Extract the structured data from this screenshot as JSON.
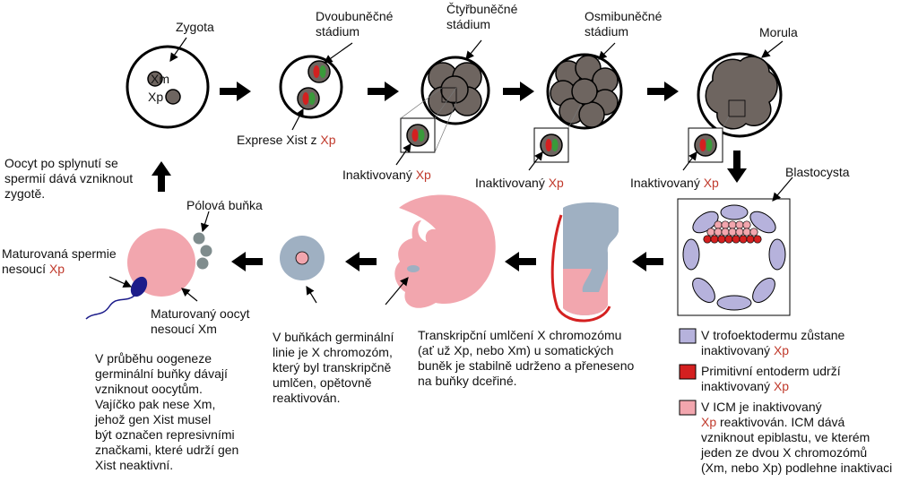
{
  "stages": {
    "zygote": "Zygota",
    "two_cell": "Dvoubuněčné\nstádium",
    "four_cell": "Čtyřbuněčné\nstádium",
    "eight_cell": "Osmibuněčné\nstádium",
    "morula": "Morula",
    "blastocyst": "Blastocysta"
  },
  "zygote_labels": {
    "xm": "Xm",
    "xp": "Xp"
  },
  "expression": {
    "prefix": "Exprese Xist z ",
    "xp": "Xp"
  },
  "inactivated": [
    {
      "prefix": "Inaktivovaný ",
      "xp": "Xp"
    },
    {
      "prefix": "Inaktivovaný ",
      "xp": "Xp"
    },
    {
      "prefix": "Inaktivovaný ",
      "xp": "Xp"
    }
  ],
  "oocyte_fusion": "Oocyt po splynutí se\nspermií dává vzniknout\nzygotě.",
  "polar_body": "Pólová buňka",
  "sperm": {
    "line1": "Maturovaná spermie",
    "line2_prefix": "nesoucí ",
    "xp": "Xp"
  },
  "oocyte": "Maturovaný oocyt\nnesoucí Xm",
  "oogenesis_text": "V průběhu oogeneze\ngerminální buňky dávají\nvzniknout oocytům.\nVajíčko pak nese Xm,\njehož gen Xist musel\nbýt označen represivními\nznačkami, které udrží gen\nXist neaktivní.",
  "germline_text": "V buňkách germinální\nlinie je X chromozóm,\nkterý byl transkripčně\numlčen, opětovně\nreaktivován.",
  "somatic_text": "Transkripční umlčení X chromozómu\n(ať už Xp, nebo Xm) u somatických\nbuněk je stabilně udrženo a přeneseno\nna buňky dceřiné.",
  "legend": [
    {
      "color": "#b6b2dc",
      "lines": [
        "V trofoektodermu zůstane",
        "inaktivovaný "
      ],
      "xp": "Xp"
    },
    {
      "color": "#d42020",
      "lines": [
        "Primitivní entoderm udrží",
        "inaktivovaný "
      ],
      "xp": "Xp"
    },
    {
      "color": "#f2a6ae",
      "lines": [
        "V ICM je inaktivovaný",
        "",
        "Xp",
        " reaktivován. ICM dává",
        "vzniknout epiblastu, ve kterém",
        "jeden ze dvou X chromozómů",
        "(Xm, nebo Xp) podlehne inaktivaci"
      ]
    }
  ],
  "colors": {
    "cell_gray": "#6e6560",
    "xp_red": "#d42020",
    "xm_green": "#3a9a3a",
    "pink": "#f2a6ae",
    "blue_gray": "#9fb0c2",
    "trophoectoderm": "#b6b2dc",
    "sperm_head": "#1c1c8a",
    "polar_gray": "#7f8c8d"
  }
}
